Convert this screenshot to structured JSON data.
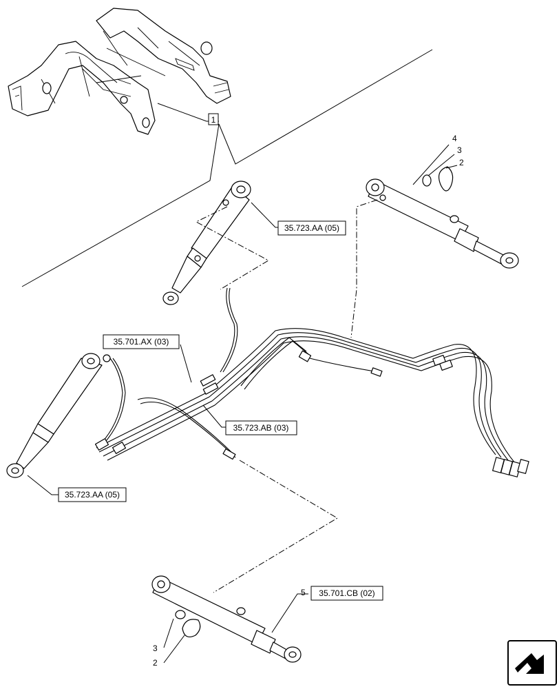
{
  "callouts": {
    "frame_ref": "1",
    "part_4": "4",
    "part_3_top": "3",
    "part_2_top": "2",
    "part_5": "5",
    "part_3_bottom": "3",
    "part_2_bottom": "2"
  },
  "references": {
    "ref_top_cylinder": "35.723.AA (05)",
    "ref_hose_bundle": "35.701.AX (03)",
    "ref_hose_lines": "35.723.AB (03)",
    "ref_left_cylinder": "35.723.AA (05)",
    "ref_bottom_cylinder": "35.701.CB (02)"
  },
  "nav": {
    "icon": "page-turn-arrow-icon"
  }
}
